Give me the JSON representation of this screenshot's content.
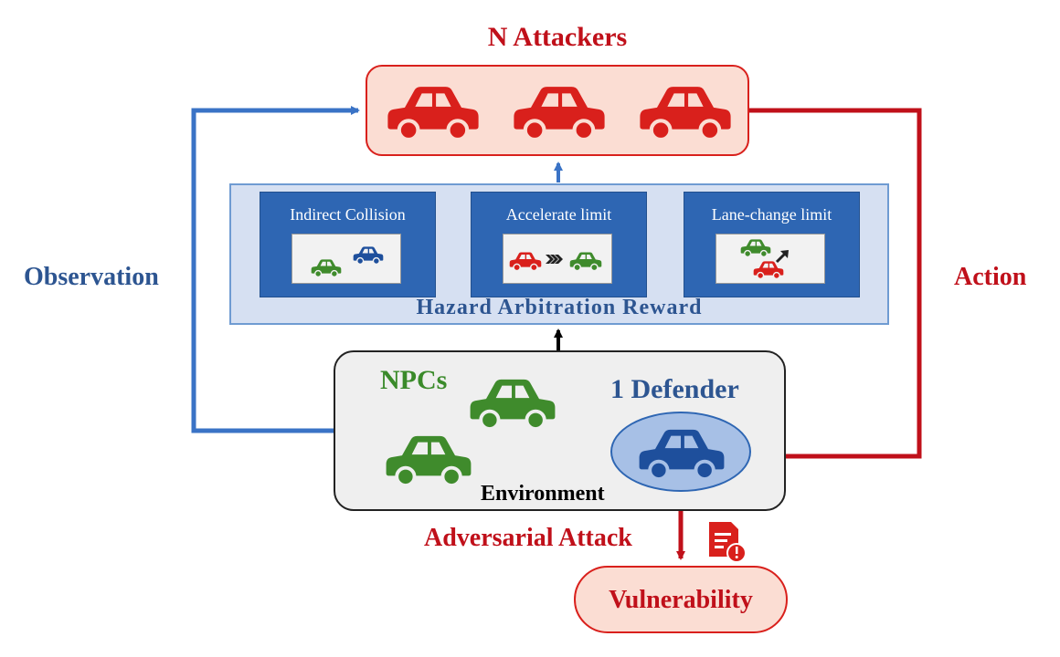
{
  "attackers": {
    "title": "N Attackers"
  },
  "reward": {
    "title": "Hazard Arbitration Reward",
    "panels": [
      {
        "label": "Indirect Collision"
      },
      {
        "label": "Accelerate limit"
      },
      {
        "label": "Lane-change limit"
      }
    ]
  },
  "environment": {
    "label": "Environment",
    "npcs": "NPCs",
    "defender": "1 Defender"
  },
  "flows": {
    "observation": "Observation",
    "action": "Action",
    "adversarial": "Adversarial Attack"
  },
  "vulnerability": {
    "label": "Vulnerability"
  },
  "colors": {
    "attacker_red": "#d9201c",
    "observation_blue": "#3a73c6",
    "defender_blue": "#1e4f9c",
    "npc_green": "#3f8b2c",
    "action_red": "#c0101a"
  },
  "icons": [
    "car-icon",
    "triple-chevron-icon",
    "diagonal-arrow-icon",
    "report-warning-icon"
  ]
}
